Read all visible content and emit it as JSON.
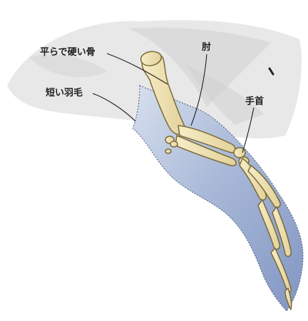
{
  "labels": {
    "flat_hard_bone": "平らで硬い骨",
    "short_feathers": "短い羽毛",
    "elbow": "肘",
    "wrist": "手首"
  },
  "colors": {
    "bone": "#eee2b4",
    "bone_outline": "#7a6a3a",
    "flipper_fill": "#9fb1d3",
    "flipper_edge": "#4b5a78",
    "body_wash": "#dedede",
    "leader_line": "#1e1e1e"
  }
}
